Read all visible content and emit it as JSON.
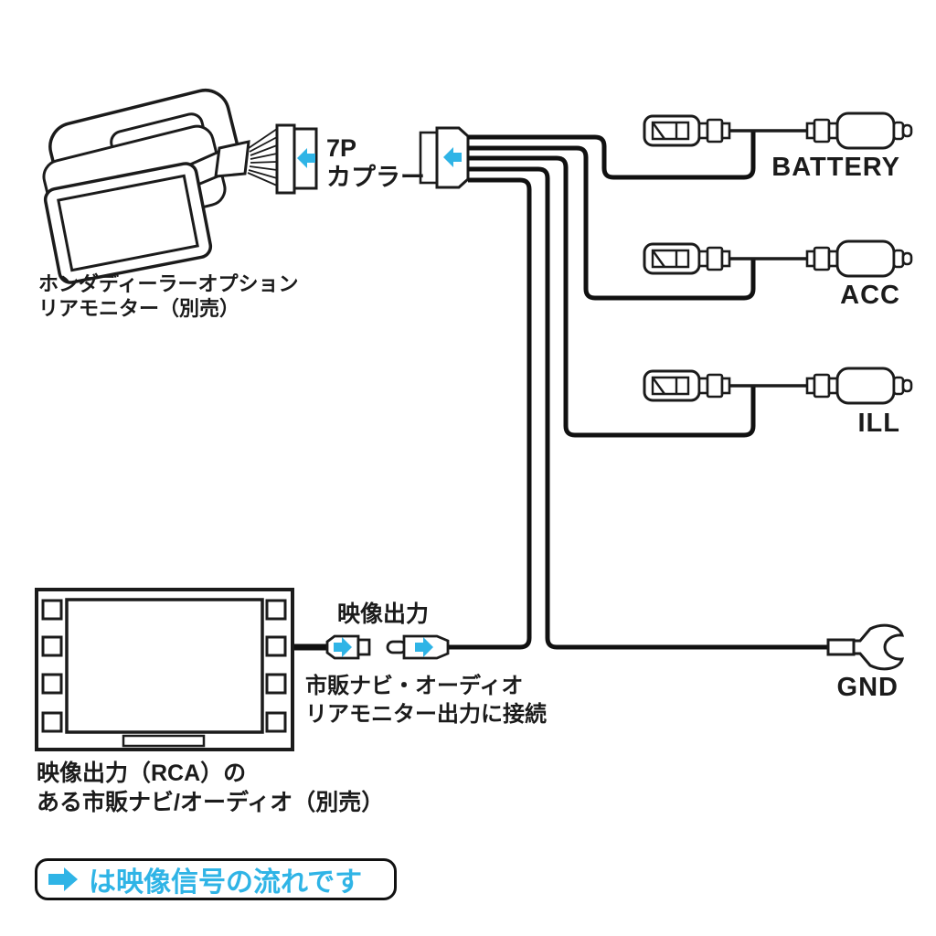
{
  "diagram": {
    "monitor": {
      "line1": "ホンダディーラーオプション",
      "line2": "リアモニター（別売）"
    },
    "coupler": {
      "line1": "7P",
      "line2": "カプラー"
    },
    "branches": [
      {
        "label": "BATTERY"
      },
      {
        "label": "ACC"
      },
      {
        "label": "ILL"
      }
    ],
    "gnd": {
      "label": "GND"
    },
    "video_out": {
      "label": "映像出力"
    },
    "rca_note": {
      "line1": "市販ナビ・オーディオ",
      "line2": "リアモニター出力に接続"
    },
    "headunit": {
      "line1": "映像出力（RCA）の",
      "line2": "ある市販ナビ/オーディオ（別売）"
    },
    "legend": {
      "text": "は映像信号の流れです"
    },
    "colors": {
      "accent_cyan": "#2FB4E6",
      "line_black": "#111111"
    }
  }
}
